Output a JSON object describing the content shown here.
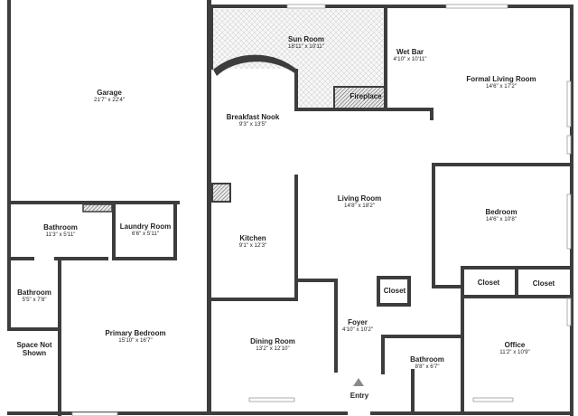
{
  "rooms": {
    "garage": {
      "name": "Garage",
      "dims": "21'7\" x 22'4\""
    },
    "sun_room": {
      "name": "Sun Room",
      "dims": "18'11\" x 10'11\""
    },
    "wet_bar": {
      "name": "Wet Bar",
      "dims": "4'10\" x 10'11\""
    },
    "formal_living_room": {
      "name": "Formal Living Room",
      "dims": "14'6\" x 17'2\""
    },
    "breakfast_nook": {
      "name": "Breakfast Nook",
      "dims": "9'3\" x 13'5\""
    },
    "living_room": {
      "name": "Living Room",
      "dims": "14'8\" x 18'2\""
    },
    "bedroom": {
      "name": "Bedroom",
      "dims": "14'6\" x 10'8\""
    },
    "bathroom_1": {
      "name": "Bathroom",
      "dims": "11'3\" x 5'11\""
    },
    "laundry_room": {
      "name": "Laundry Room",
      "dims": "6'6\" x 5'11\""
    },
    "kitchen": {
      "name": "Kitchen",
      "dims": "9'1\" x 12'3\""
    },
    "bathroom_2": {
      "name": "Bathroom",
      "dims": "5'5\" x 7'8\""
    },
    "primary_bedroom": {
      "name": "Primary Bedroom",
      "dims": "15'10\" x 16'7\""
    },
    "dining_room": {
      "name": "Dining Room",
      "dims": "13'2\" x 12'10\""
    },
    "foyer": {
      "name": "Foyer",
      "dims": "4'10\" x 10'2\""
    },
    "bathroom_3": {
      "name": "Bathroom",
      "dims": "8'8\" x 6'7\""
    },
    "office": {
      "name": "Office",
      "dims": "11'2\" x 10'9\""
    }
  },
  "labels": {
    "fireplace": "Fireplace",
    "closet_foyer": "Closet",
    "closet_bedroom_1": "Closet",
    "closet_bedroom_2": "Closet",
    "space_not_shown_line1": "Space Not",
    "space_not_shown_line2": "Shown",
    "entry": "Entry"
  }
}
